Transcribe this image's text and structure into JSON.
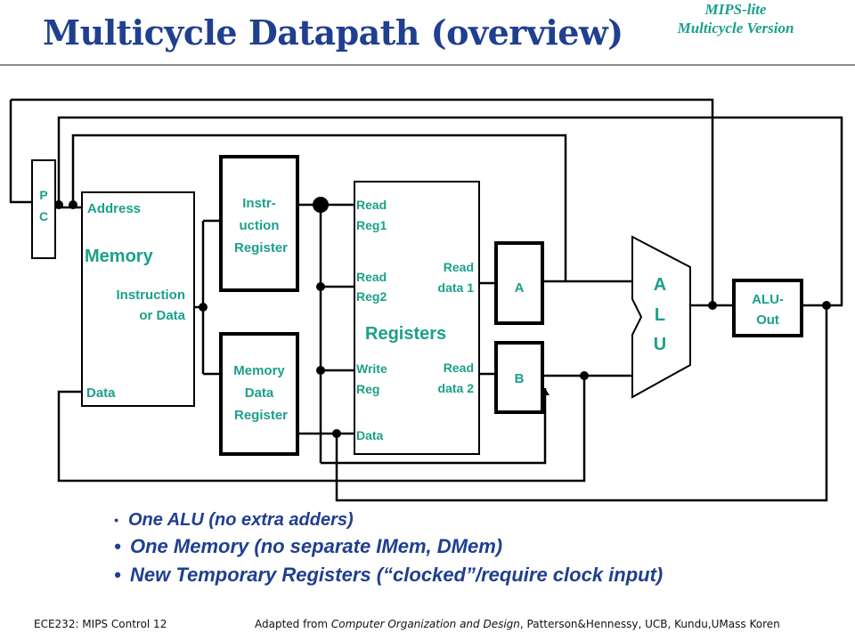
{
  "title": "Multicycle Datapath (overview)",
  "subtitle": {
    "line1": "MIPS-lite",
    "line2": "Multicycle Version"
  },
  "diagram": {
    "pc": {
      "line1": "P",
      "line2": "C"
    },
    "memory": {
      "address": "Address",
      "name": "Memory",
      "instr_line1": "Instruction",
      "instr_line2": "or Data",
      "data": "Data"
    },
    "instr_register": {
      "line1": "Instr-",
      "line2": "uction",
      "line3": "Register"
    },
    "mem_data_register": {
      "line1": "Memory",
      "line2": "Data",
      "line3": "Register"
    },
    "registers": {
      "name": "Registers",
      "read_reg1_line1": "Read",
      "read_reg1_line2": "Reg1",
      "read_reg2_line1": "Read",
      "read_reg2_line2": "Reg2",
      "write_reg_line1": "Write",
      "write_reg_line2": "Reg",
      "data": "Data",
      "read_data1_line1": "Read",
      "read_data1_line2": "data 1",
      "read_data2_line1": "Read",
      "read_data2_line2": "data 2"
    },
    "reg_a": "A",
    "reg_b": "B",
    "alu": {
      "l1": "A",
      "l2": "L",
      "l3": "U"
    },
    "alu_out": {
      "line1": "ALU-",
      "line2": "Out"
    }
  },
  "bullets": [
    "One ALU (no extra adders)",
    "One Memory (no separate IMem, DMem)",
    "New Temporary Registers (“clocked”/require clock input)"
  ],
  "footer": {
    "left": "ECE232: MIPS Control 12",
    "credit_prefix": "Adapted from ",
    "credit_book": "Computer Organization and Design",
    "credit_suffix": ", Patterson&Hennessy, UCB, Kundu,UMass     Koren"
  },
  "colors": {
    "title": "#1f3f8f",
    "label_green": "#1ba08a",
    "wire": "#000000"
  }
}
